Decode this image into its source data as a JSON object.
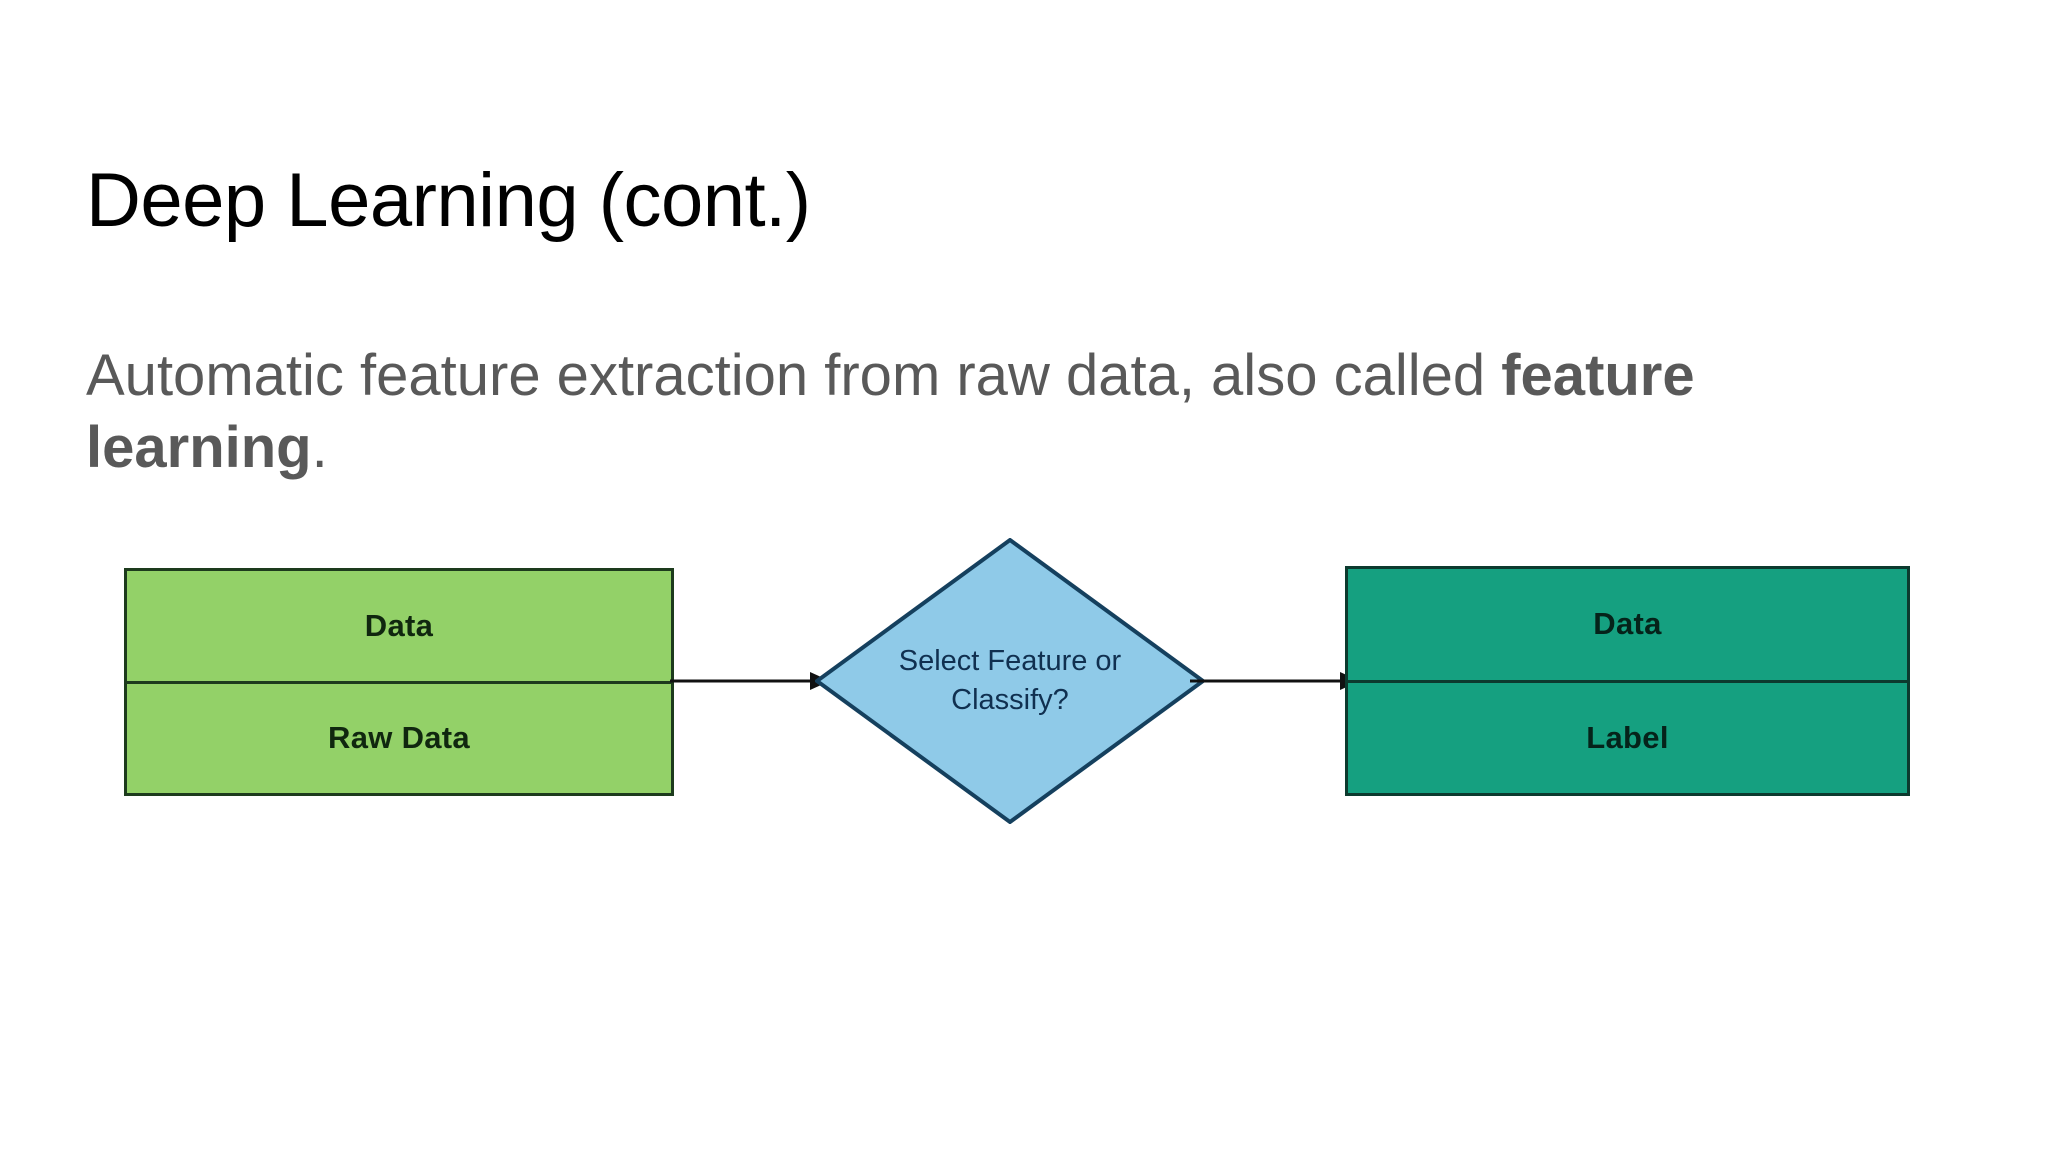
{
  "slide": {
    "title": "Deep Learning (cont.)",
    "body": {
      "lead": "Automatic feature extraction from raw data, also called ",
      "emphasis": "feature learning",
      "tail": "."
    },
    "background_color": "#ffffff",
    "title_color": "#000000",
    "body_color": "#595959"
  },
  "diagram": {
    "type": "flowchart",
    "nodes": [
      {
        "id": "raw-data",
        "shape": "rectangle-split",
        "fill": "#93D168",
        "stroke": "#1d3b1d",
        "rows": [
          {
            "label": "Data"
          },
          {
            "label": "Raw Data"
          }
        ]
      },
      {
        "id": "decision",
        "shape": "diamond",
        "fill": "#8FCAE8",
        "stroke": "#15405e",
        "label_line1": "Select Feature or",
        "label_line2": "Classify?"
      },
      {
        "id": "labeled-data",
        "shape": "rectangle-split",
        "fill": "#15A080",
        "stroke": "#0c3a2e",
        "rows": [
          {
            "label": "Data"
          },
          {
            "label": "Label"
          }
        ]
      }
    ],
    "edges": [
      {
        "id": "edge-raw-to-decision",
        "from": "raw-data",
        "to": "decision",
        "style": "solid-arrow",
        "color": "#111111"
      },
      {
        "id": "edge-decision-to-labeled",
        "from": "decision",
        "to": "labeled-data",
        "style": "solid-arrow",
        "color": "#111111"
      }
    ]
  }
}
